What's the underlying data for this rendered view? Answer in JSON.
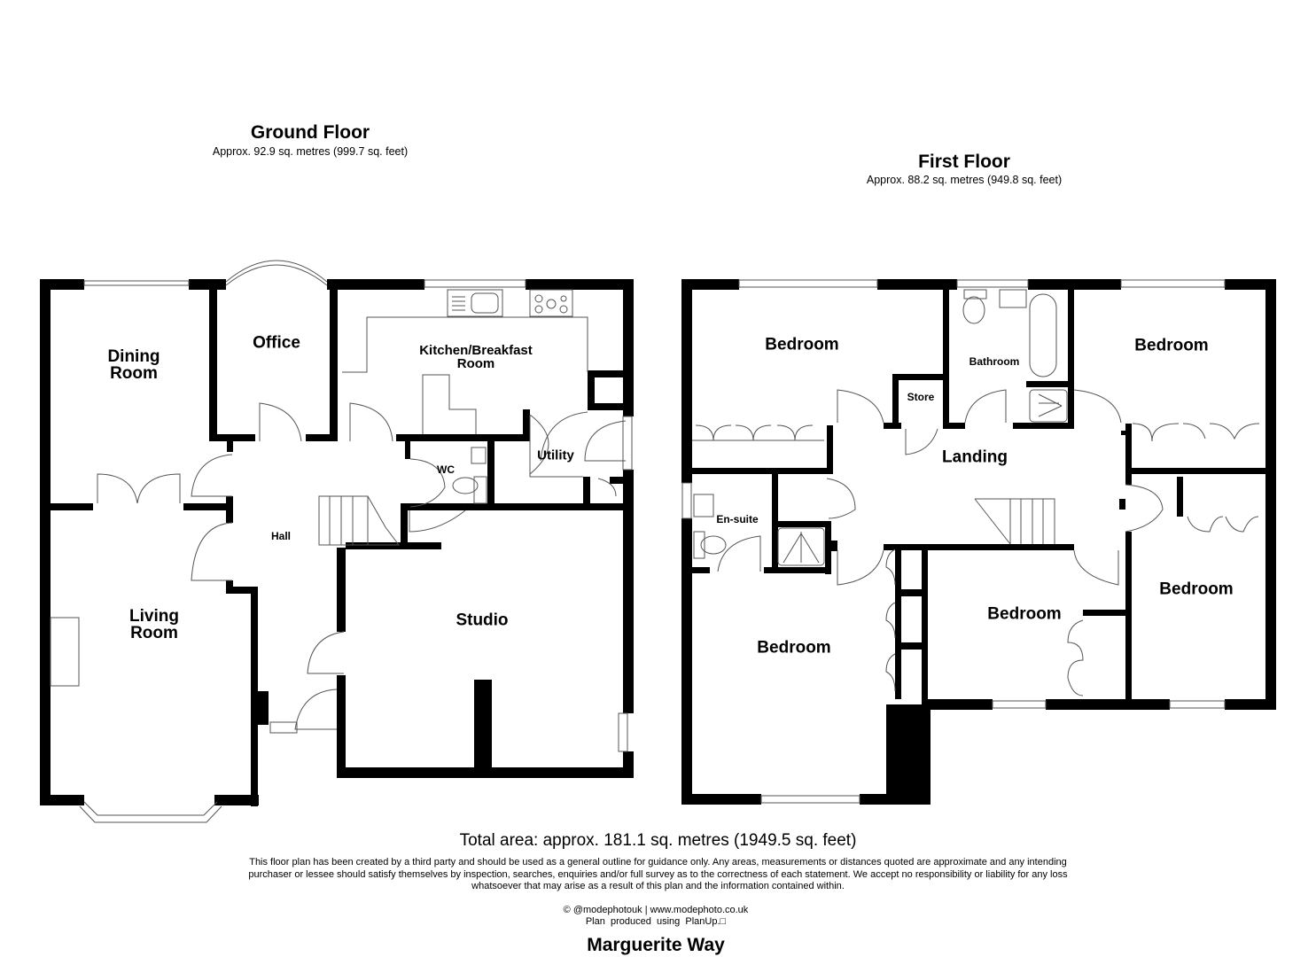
{
  "ground_floor": {
    "title": "Ground Floor",
    "area": "Approx. 92.9 sq. metres (999.7 sq. feet)",
    "rooms": {
      "dining_room": "Dining\nRoom",
      "office": "Office",
      "kitchen": "Kitchen/Breakfast\nRoom",
      "wc": "WC",
      "utility": "Utility",
      "hall": "Hall",
      "living_room": "Living\nRoom",
      "studio": "Studio"
    }
  },
  "first_floor": {
    "title": "First Floor",
    "area": "Approx. 88.2 sq. metres (949.8 sq. feet)",
    "rooms": {
      "bedroom_top_left": "Bedroom",
      "store": "Store",
      "bathroom": "Bathroom",
      "bedroom_top_right": "Bedroom",
      "landing": "Landing",
      "en_suite": "En-suite",
      "bedroom_bottom_left": "Bedroom",
      "bedroom_middle": "Bedroom",
      "bedroom_right": "Bedroom"
    }
  },
  "footer": {
    "total_area": "Total area: approx. 181.1 sq. metres (1949.5 sq. feet)",
    "disclaimer": "This floor plan has been created by a third party and should be used as a general outline for guidance only. Any areas, measurements or distances quoted are approximate and any intending purchaser or lessee should satisfy themselves by inspection, searches, enquiries and/or full survey as to the correctness of each statement. We accept no responsibility or liability for any loss whatsoever that may arise as a result of this plan and the information contained within.",
    "credit_line_1": "© @modephotouk | www.modephoto.co.uk",
    "credit_line_2": "Plan  produced  using  PlanUp.□",
    "address": "Marguerite Way"
  },
  "colors": {
    "wall": "#000000",
    "background": "#ffffff",
    "fixture_line": "#555555"
  }
}
